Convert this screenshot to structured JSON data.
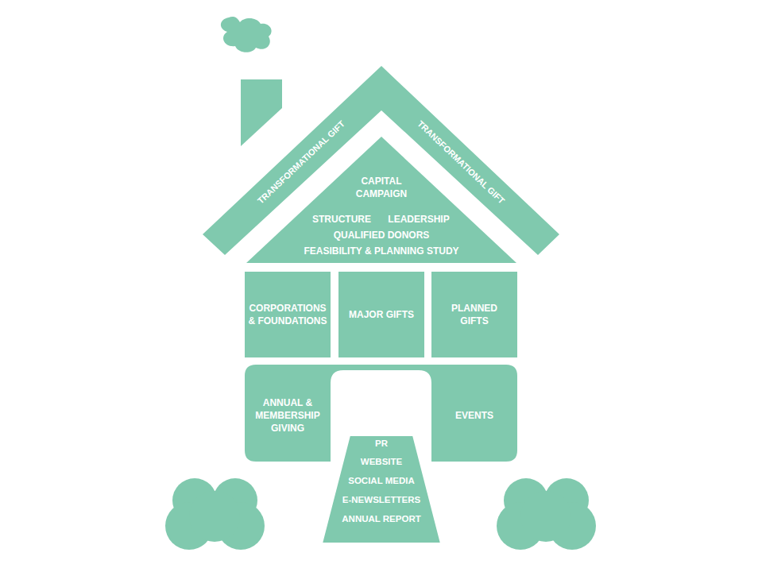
{
  "diagram": {
    "nodes": [
      {
        "text": [
          "TRANSFORMATIONAL GIFT",
          "TRANSFORMATIONAL GIFT"
        ]
      },
      {
        "text": [
          "CAPITAL CAMPAIGN",
          "STRUCTURE",
          "LEADERSHIP",
          "QUALIFIED DONORS",
          "FEASIBILITY & PLANNING STUDY"
        ]
      },
      {
        "text": [
          "CORPORATIONS & FOUNDATIONS"
        ]
      },
      {
        "text": [
          "MAJOR GIFTS"
        ]
      },
      {
        "text": [
          "PLANNED GIFTS"
        ]
      },
      {
        "text": [
          "ANNUAL & MEMBERSHIP GIVING",
          "EVENTS"
        ]
      },
      {
        "text": [
          "PR",
          "WEBSITE",
          "SOCIAL MEDIA",
          "E-NEWSLETTERS",
          "ANNUAL REPORT"
        ]
      }
    ]
  }
}
